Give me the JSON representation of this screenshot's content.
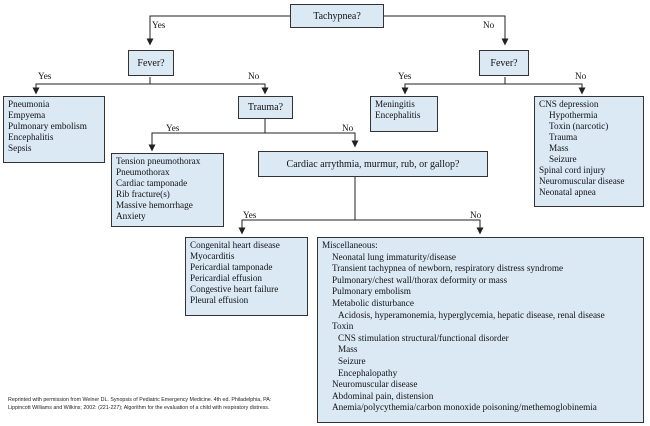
{
  "nodes": {
    "tachypnea": "Tachypnea?",
    "fever_left": "Fever?",
    "fever_right": "Fever?",
    "trauma": "Trauma?",
    "cardiac": "Cardiac arrythmia, murmur, rub, or gallop?"
  },
  "edge_labels": {
    "tachypnea_yes": "Yes",
    "tachypnea_no": "No",
    "fever_left_yes": "Yes",
    "fever_left_no": "No",
    "fever_right_yes": "Yes",
    "fever_right_no": "No",
    "trauma_yes": "Yes",
    "trauma_no": "No",
    "cardiac_yes": "Yes",
    "cardiac_no": "No"
  },
  "outcomes": {
    "infection": [
      "Pneumonia",
      "Empyema",
      "Pulmonary embolism",
      "Encephalitis",
      "Sepsis"
    ],
    "meningitis": [
      "Meningitis",
      "Encephalitis"
    ],
    "cns": [
      "CNS depression",
      "Hypothermia",
      "Toxin (narcotic)",
      "Trauma",
      "Mass",
      "Seizure",
      "Spinal cord injury",
      "Neuromuscular disease",
      "Neonatal apnea"
    ],
    "trauma": [
      "Tension pneumothorax",
      "Pneumothorax",
      "Cardiac tamponade",
      "Rib fracture(s)",
      "Massive hemorrhage",
      "Anxiety"
    ],
    "cardiac": [
      "Congenital heart disease",
      "Myocarditis",
      "Pericardial tamponade",
      "Pericardial effusion",
      "Congestive heart failure",
      "Pleural effusion"
    ],
    "misc": [
      "Miscellaneous:",
      "Neonatal lung immaturity/disease",
      "Transient tachypnea of newborn, respiratory distress syndrome",
      "Pulmonary/chest wall/thorax deformity or mass",
      "Pulmonary embolism",
      "Metabolic disturbance",
      "Acidosis, hyperamonemia, hyperglycemia, hepatic disease, renal disease",
      "Toxin",
      "CNS stimulation structural/functional disorder",
      "Mass",
      "Seizure",
      "Encephalopathy",
      "Neuromuscular disease",
      "Abdominal pain, distension",
      "Anemia/polycythemia/carbon monoxide poisoning/methemoglobinemia"
    ]
  },
  "citation": {
    "line1": "Reprinted with permission from Weiner DL. Synopsis of Pediatric Emergency Medicine. 4th ed. Philadelphia, PA:",
    "line2": "Lippincott Williams and Wilkins; 2002: (221-227); Algorithm for the evaluation of a child with respiratory distress."
  }
}
